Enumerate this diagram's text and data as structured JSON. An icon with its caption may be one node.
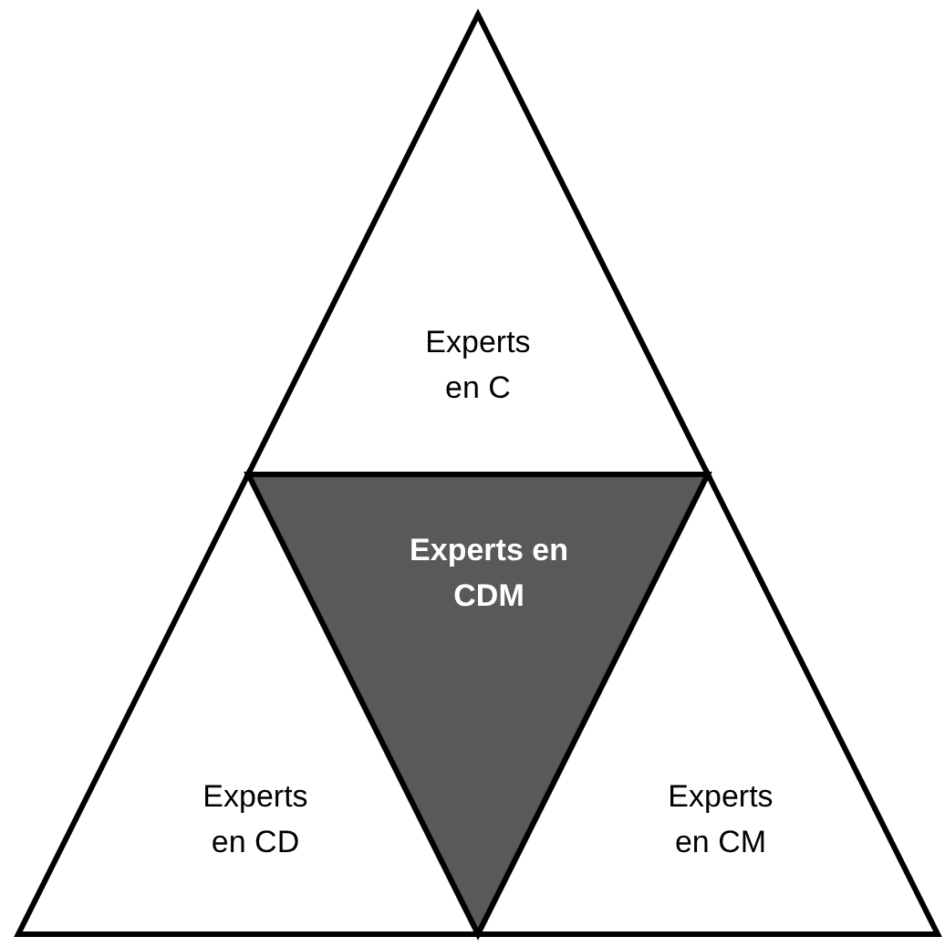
{
  "diagram": {
    "nodes": [
      {
        "text": [
          "Experts en C"
        ]
      },
      {
        "text": [
          "Experts en CDM"
        ]
      },
      {
        "text": [
          "Experts en CD"
        ]
      },
      {
        "text": [
          "Experts en CM"
        ]
      }
    ]
  }
}
